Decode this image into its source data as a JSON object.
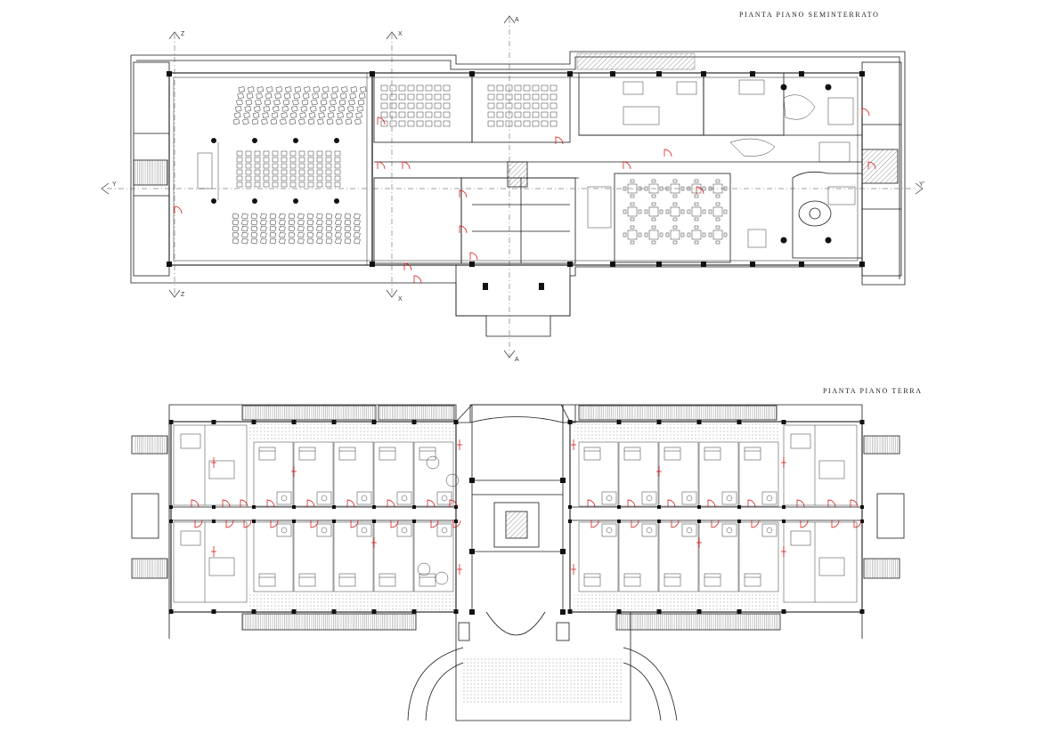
{
  "plans": {
    "basement": {
      "title": "PIANTA PIANO SEMINTERRATO"
    },
    "ground": {
      "title": "PIANTA PIANO TERRA"
    }
  },
  "section_markers": {
    "z": "Z",
    "x": "X",
    "a": "A",
    "y": "Y",
    "y_prime": "Y'"
  },
  "colors": {
    "line": "#1a1a1a",
    "accent": "#d40000",
    "hatch": "#555555"
  }
}
